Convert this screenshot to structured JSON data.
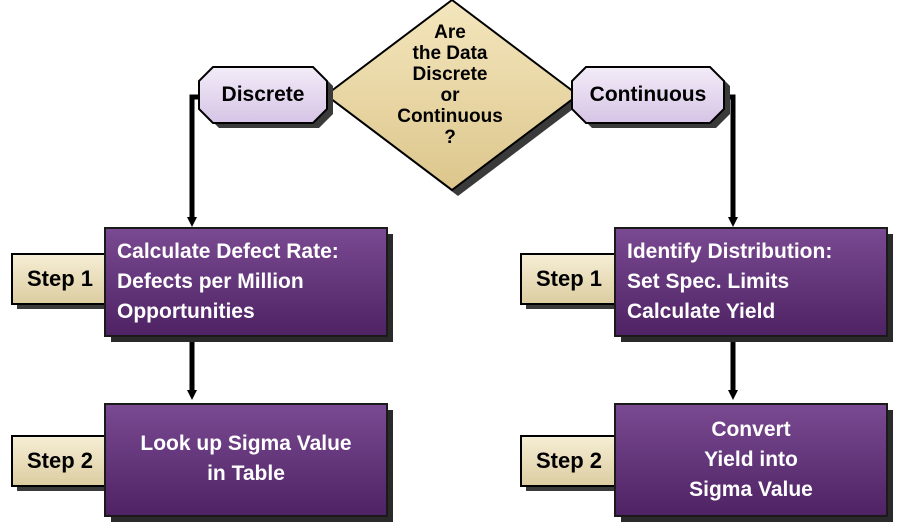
{
  "decision": {
    "text": [
      "Are",
      "the Data",
      "Discrete",
      "or",
      "Continuous",
      "?"
    ]
  },
  "branches": {
    "left": {
      "label": "Discrete",
      "steps": [
        {
          "step": "Step 1",
          "text": [
            "Calculate Defect Rate:",
            "Defects per Million",
            "Opportunities"
          ]
        },
        {
          "step": "Step 2",
          "text": [
            "Look up Sigma Value",
            "in Table"
          ]
        }
      ]
    },
    "right": {
      "label": "Continuous",
      "steps": [
        {
          "step": "Step 1",
          "text": [
            "Identify Distribution:",
            "Set Spec. Limits",
            "Calculate Yield"
          ]
        },
        {
          "step": "Step 2",
          "text": [
            "Convert",
            "Yield into",
            "Sigma Value"
          ]
        }
      ]
    }
  },
  "colors": {
    "box_fill": "#5c2d73",
    "box_shadow": "#2a2a2a",
    "step_fill": "#e9ddb7",
    "diamond_fill": "#ebd9a6",
    "pill_fill": "#e4d6ef",
    "arrow": "#000000"
  }
}
